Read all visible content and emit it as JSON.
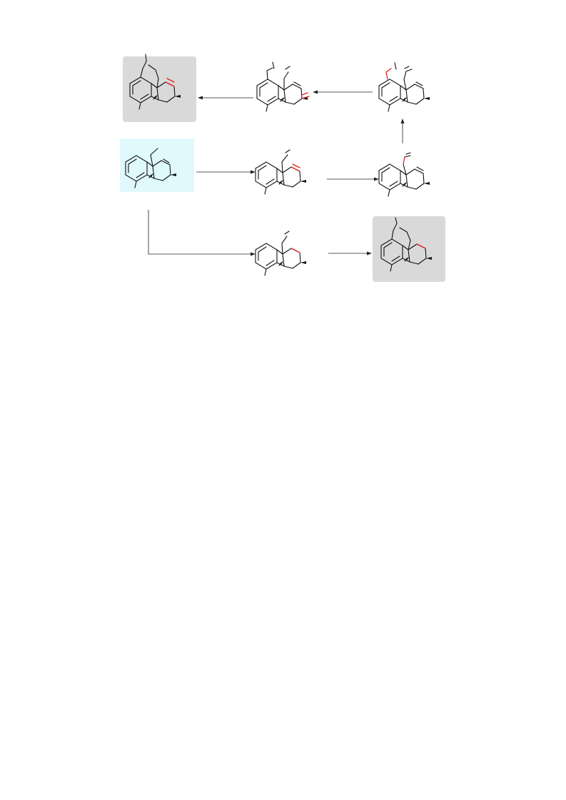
{
  "scheme": {
    "highlight_colors": {
      "starting_material_box": "#dff9fc",
      "product_box": "#d9d9d9",
      "new_bond": "#e02020",
      "bond": "#111111"
    },
    "nodes": [
      {
        "id": "product-top-left",
        "role": "product",
        "boxed": true
      },
      {
        "id": "intermediate-top-middle",
        "role": "intermediate",
        "boxed": false
      },
      {
        "id": "intermediate-top-right",
        "role": "intermediate",
        "boxed": false
      },
      {
        "id": "starting-material",
        "role": "starting-material",
        "boxed": true
      },
      {
        "id": "intermediate-middle-center",
        "role": "intermediate",
        "boxed": false
      },
      {
        "id": "intermediate-middle-right",
        "role": "intermediate",
        "boxed": false
      },
      {
        "id": "intermediate-bottom-center",
        "role": "intermediate",
        "boxed": false
      },
      {
        "id": "product-bottom-right",
        "role": "product",
        "boxed": true
      }
    ],
    "edges": [
      {
        "from": "starting-material",
        "to": "intermediate-middle-center"
      },
      {
        "from": "intermediate-middle-center",
        "to": "intermediate-middle-right"
      },
      {
        "from": "intermediate-middle-right",
        "to": "intermediate-top-right"
      },
      {
        "from": "intermediate-top-right",
        "to": "intermediate-top-middle"
      },
      {
        "from": "intermediate-top-middle",
        "to": "product-top-left"
      },
      {
        "from": "starting-material",
        "to": "intermediate-bottom-center"
      },
      {
        "from": "intermediate-bottom-center",
        "to": "product-bottom-right"
      }
    ]
  }
}
